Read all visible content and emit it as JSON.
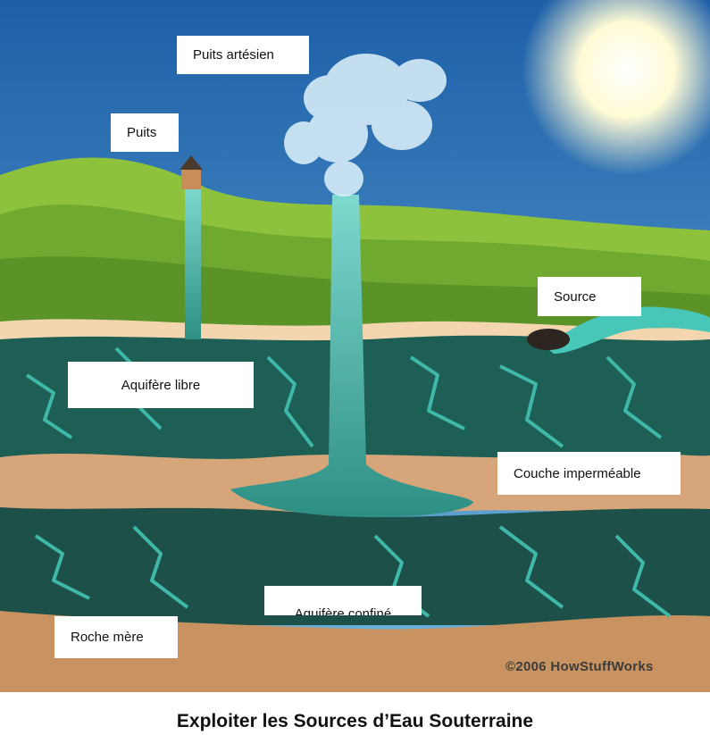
{
  "labels": {
    "puits_artesien": "Puits artésien",
    "puits": "Puits",
    "source": "Source",
    "aquifere_libre": "Aquifère libre",
    "couche_impermeable": "Couche imperméable",
    "aquifere_confine": "Aquifère confiné",
    "roche_mere": "Roche mère"
  },
  "copyright": "©2006 HowStuffWorks",
  "caption": "Exploiter les Sources d’Eau Souterraine",
  "colors": {
    "sky_top": "#1d5fa8",
    "sky_bottom": "#6fb6de",
    "sun": "#fffbd6",
    "hill_light": "#8fc23c",
    "hill_dark": "#5e9a2a",
    "sand": "#f3d6b0",
    "aquifer": "#1e5f55",
    "water": "#48c7b8",
    "clay": "#d6a579",
    "bedrock": "#c99361"
  }
}
